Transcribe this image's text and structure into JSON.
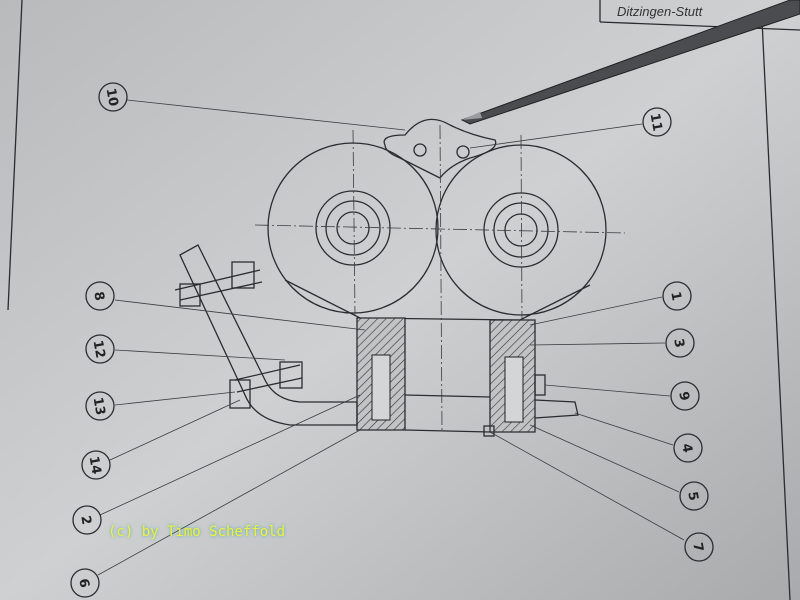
{
  "header": {
    "location_text": "Ditzingen-Stutt"
  },
  "callouts": [
    "10",
    "11",
    "1",
    "3",
    "9",
    "4",
    "5",
    "7",
    "8",
    "12",
    "13",
    "14",
    "2",
    "6"
  ],
  "copyright": "(c) by Timo Scheffold",
  "colors": {
    "paper": "#c9cacb",
    "ink": "#2a2c30",
    "copyright": "#f1f03a"
  }
}
